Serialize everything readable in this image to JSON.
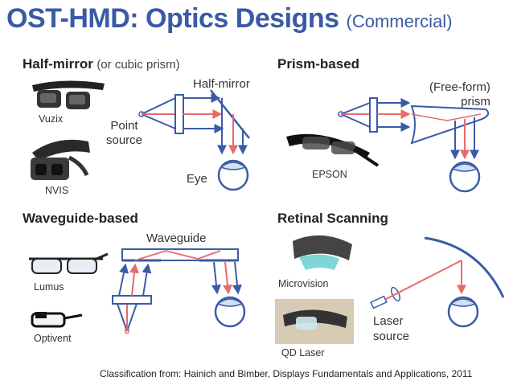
{
  "title": {
    "main": "OST-HMD: Optics Designs",
    "sub": "(Commercial)"
  },
  "colors": {
    "title": "#3a5aa6",
    "blue": "#3b5ba8",
    "red": "#e86a6a",
    "eye_fill": "#cfe2f3"
  },
  "sections": {
    "half_mirror": {
      "heading": "Half-mirror",
      "note": "(or cubic prism)",
      "products": [
        "Vuzix",
        "NVIS"
      ],
      "labels": {
        "half_mirror": "Half-mirror",
        "point_source": "Point\nsource",
        "eye": "Eye"
      }
    },
    "prism": {
      "heading": "Prism-based",
      "products": [
        "EPSON"
      ],
      "labels": {
        "prism": "(Free-form)\nprism"
      }
    },
    "waveguide": {
      "heading": "Waveguide-based",
      "products": [
        "Lumus",
        "Optivent"
      ],
      "labels": {
        "waveguide": "Waveguide"
      }
    },
    "retinal": {
      "heading": "Retinal Scanning",
      "products": [
        "Microvision",
        "QD Laser"
      ],
      "labels": {
        "laser_source": "Laser\nsource"
      }
    }
  },
  "footer": "Classification from: Hainich and Bimber, Displays Fundamentals and Applications, 2011"
}
